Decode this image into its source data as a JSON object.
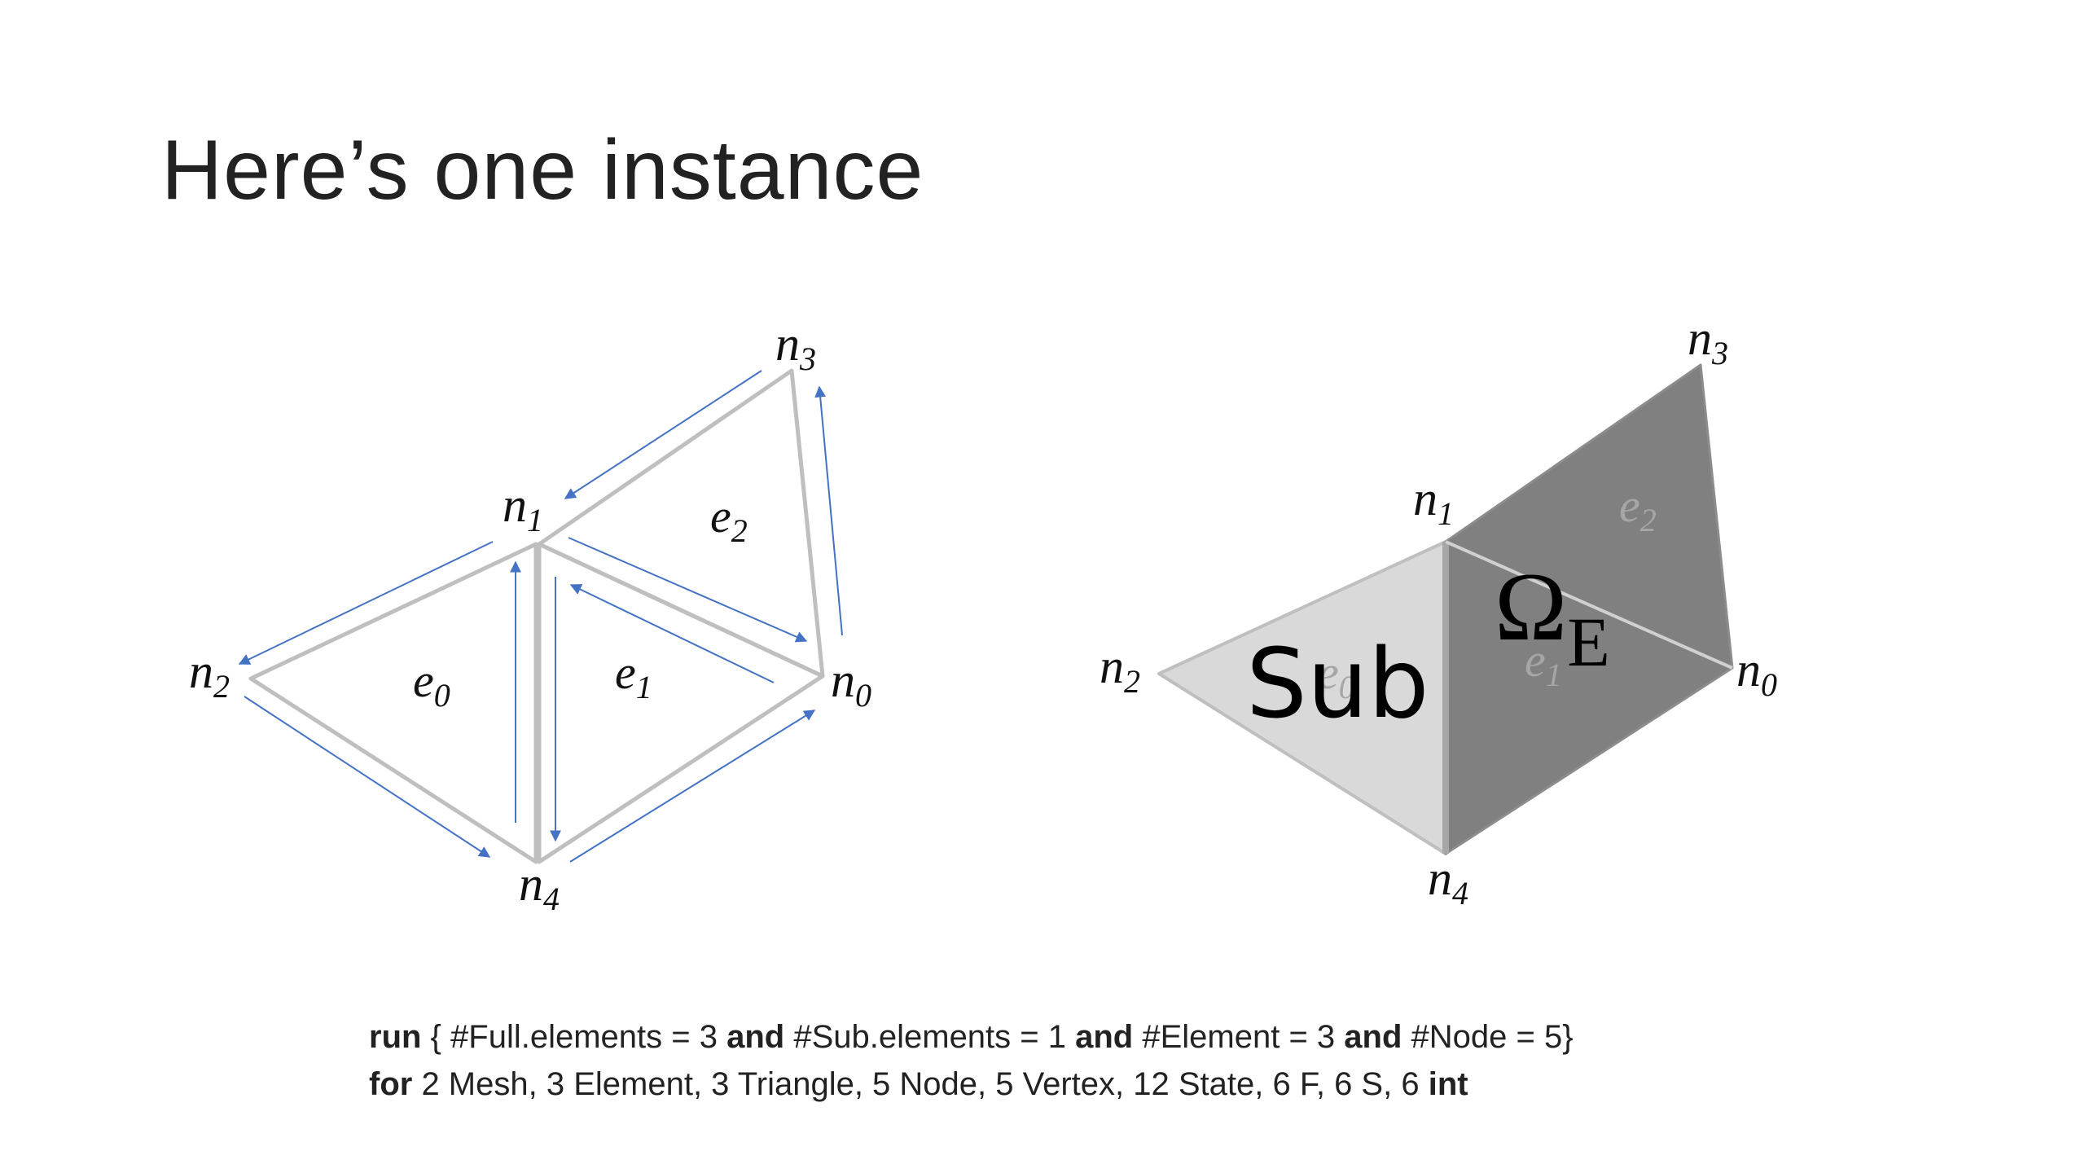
{
  "slide": {
    "title": "Here’s one instance"
  },
  "left_diagram": {
    "nodes": {
      "n0": {
        "base": "n",
        "sub": "0"
      },
      "n1": {
        "base": "n",
        "sub": "1"
      },
      "n2": {
        "base": "n",
        "sub": "2"
      },
      "n3": {
        "base": "n",
        "sub": "3"
      },
      "n4": {
        "base": "n",
        "sub": "4"
      }
    },
    "elements": {
      "e0": {
        "base": "e",
        "sub": "0"
      },
      "e1": {
        "base": "e",
        "sub": "1"
      },
      "e2": {
        "base": "e",
        "sub": "2"
      }
    }
  },
  "right_diagram": {
    "nodes": {
      "n0": {
        "base": "n",
        "sub": "0"
      },
      "n1": {
        "base": "n",
        "sub": "1"
      },
      "n2": {
        "base": "n",
        "sub": "2"
      },
      "n3": {
        "base": "n",
        "sub": "3"
      },
      "n4": {
        "base": "n",
        "sub": "4"
      }
    },
    "elements": {
      "e0": {
        "base": "e",
        "sub": "0"
      },
      "e1": {
        "base": "e",
        "sub": "1"
      },
      "e2": {
        "base": "e",
        "sub": "2"
      }
    },
    "sub_label": "Sub",
    "omega": {
      "base": "Ω",
      "sub": "E"
    }
  },
  "colors": {
    "edge": "#bfbfbf",
    "arrow": "#4472c4",
    "sub_fill": "#d9d9d9",
    "omega_fill": "#808080",
    "label_faded": "#a6a6a6"
  },
  "code": {
    "line1": {
      "kw_run": "run",
      "p1": " { #Full.elements = 3 ",
      "and1": "and",
      "p2": " #Sub.elements = 1 ",
      "and2": "and",
      "p3": " #Element = 3 ",
      "and3": "and",
      "p4": " #Node = 5}"
    },
    "line2": {
      "kw_for": "for",
      "p1": " 2 Mesh, 3 Element, 3 Triangle, 5 Node, 5 Vertex, 12 State, 6 F, 6 S, 6 ",
      "kw_int": "int"
    }
  }
}
